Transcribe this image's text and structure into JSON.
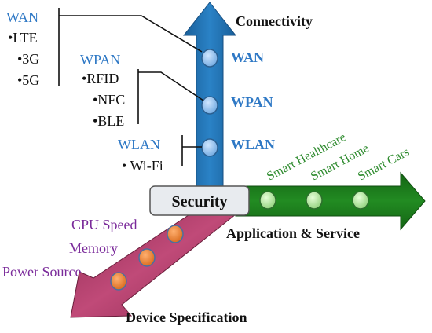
{
  "axes": {
    "connectivity": {
      "title": "Connectivity",
      "labels": [
        "WAN",
        "WPAN",
        "WLAN"
      ],
      "color": "#1f6fae",
      "label_color": "#2e78c5"
    },
    "application": {
      "title": "Application & Service",
      "labels": [
        "Smart Healthcare",
        "Smart Home",
        "Smart Cars"
      ],
      "color": "#1c7a1c",
      "label_color": "#2e8b2e"
    },
    "device": {
      "title": "Device Specification",
      "labels": [
        "CPU Speed",
        "Memory",
        "Power Source"
      ],
      "color": "#b03a66",
      "label_color": "#7a2a9a"
    }
  },
  "center": {
    "label": "Security"
  },
  "groups": {
    "wan": {
      "title": "WAN",
      "items": [
        "•LTE",
        "•3G",
        "•5G"
      ]
    },
    "wpan": {
      "title": "WPAN",
      "items": [
        "•RFID",
        "•NFC",
        "•BLE"
      ]
    },
    "wlan": {
      "title": "WLAN",
      "items": [
        "• Wi-Fi"
      ]
    }
  }
}
